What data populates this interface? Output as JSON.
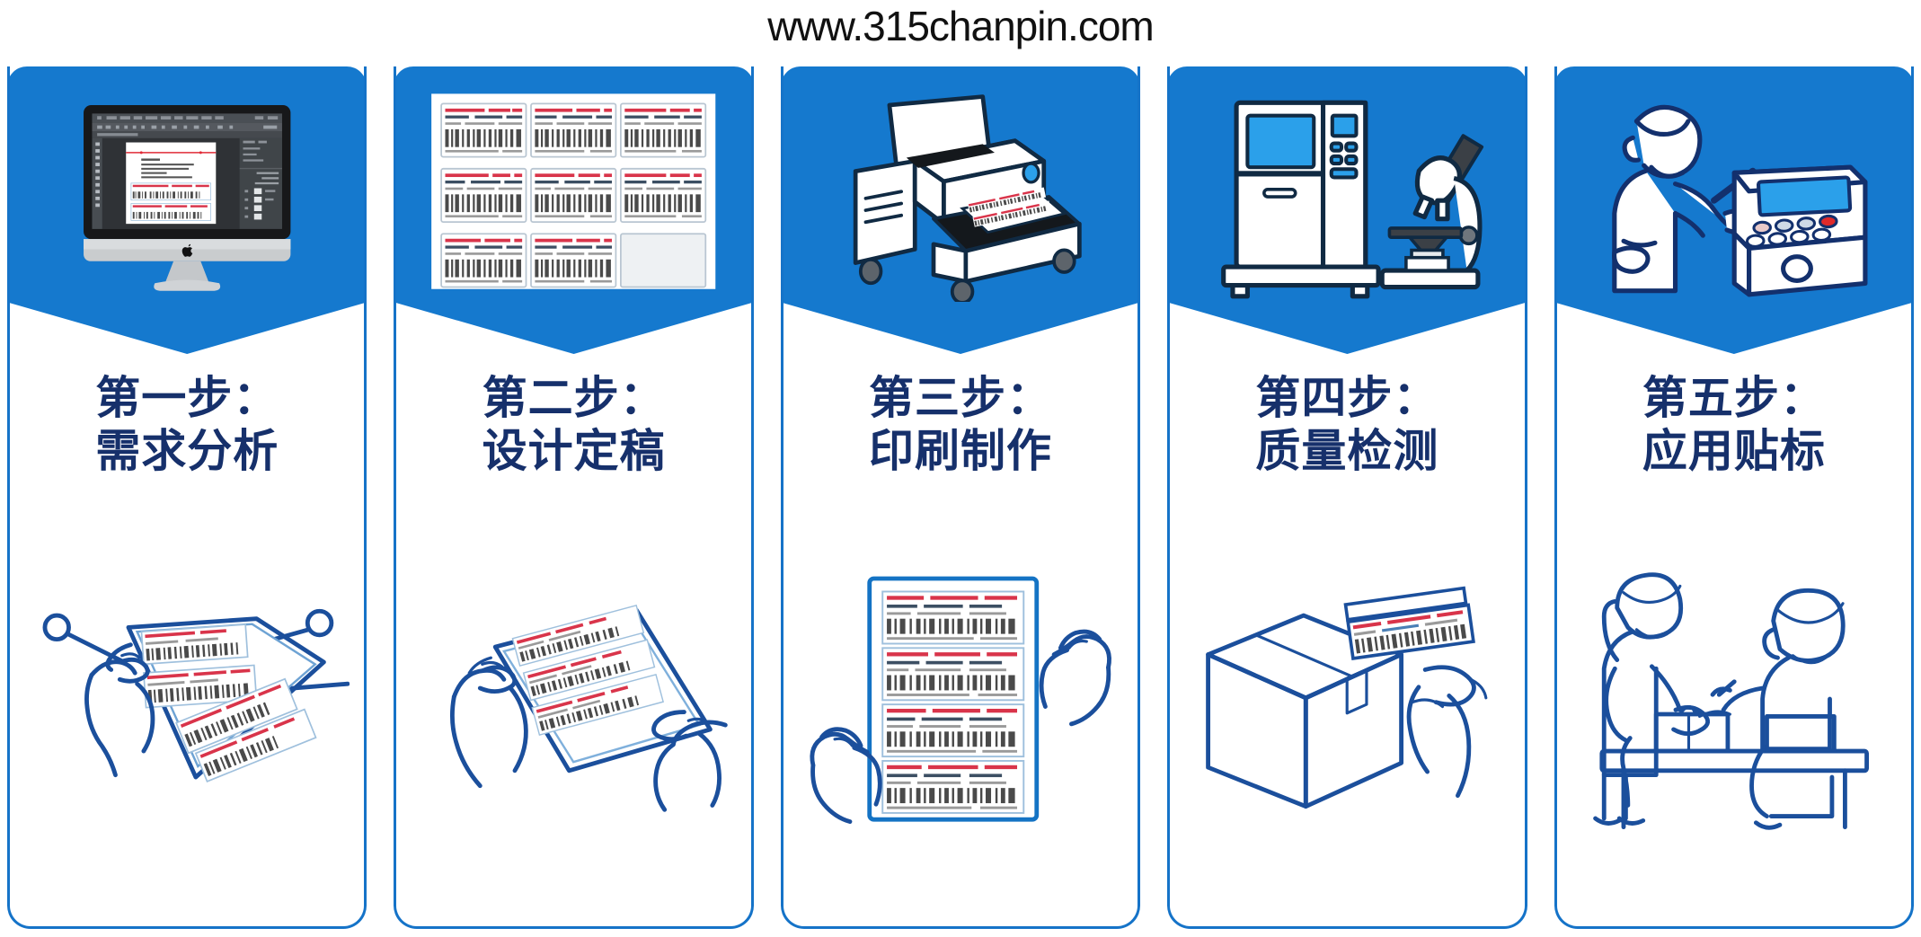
{
  "header": {
    "site_url": "www.315chanpin.com"
  },
  "palette": {
    "hero_blue": "#1579ce",
    "caption_navy": "#16306b",
    "card_border": "#1573c8",
    "lineart_blue": "#1b4f9c",
    "screen_cyan": "#2ba0ea",
    "accent_red": "#d9344a",
    "page_bg": "#ffffff"
  },
  "steps": [
    {
      "id": "step-1",
      "title": "第一步：",
      "subtitle": "需求分析",
      "hero_icon": "imac-design-software-icon",
      "foot_icon": "hand-holding-label-sheet-with-callouts-icon"
    },
    {
      "id": "step-2",
      "title": "第二步：",
      "subtitle": "设计定稿",
      "hero_icon": "label-sheet-grid-icon",
      "foot_icon": "two-hands-holding-tilted-label-sheet-icon"
    },
    {
      "id": "step-3",
      "title": "第三步：",
      "subtitle": "印刷制作",
      "hero_icon": "printer-printing-labels-icon",
      "foot_icon": "two-hands-holding-label-sheet-icon"
    },
    {
      "id": "step-4",
      "title": "第四步：",
      "subtitle": "质量检测",
      "hero_icon": "inspection-machine-and-microscope-icon",
      "foot_icon": "hand-applying-label-to-carton-icon"
    },
    {
      "id": "step-5",
      "title": "第五步：",
      "subtitle": "应用贴标",
      "hero_icon": "operator-at-labeling-terminal-icon",
      "foot_icon": "two-workers-labeling-packages-at-table-icon"
    }
  ]
}
